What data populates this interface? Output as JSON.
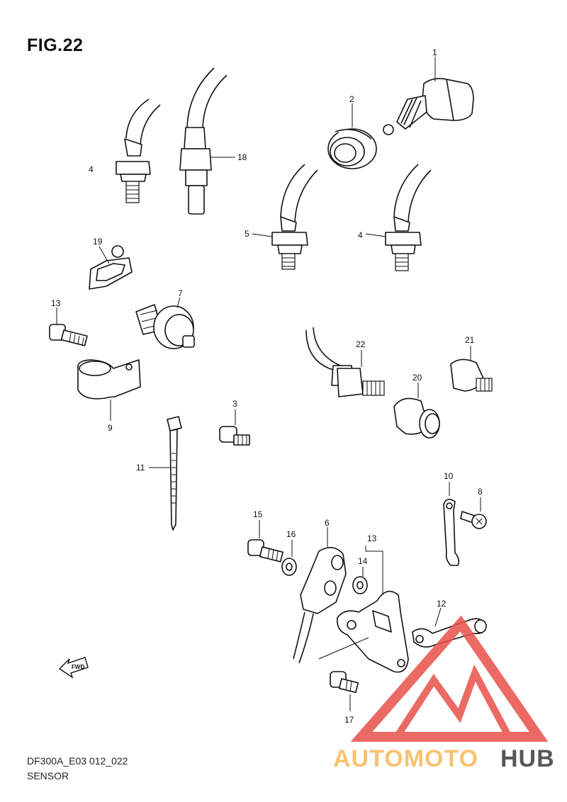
{
  "figure_title": "FIG.22",
  "footer": {
    "code": "DF300A_E03 012_022",
    "section": "SENSOR"
  },
  "callouts": [
    {
      "id": "c1",
      "number": "1"
    },
    {
      "id": "c2",
      "number": "2"
    },
    {
      "id": "c3",
      "number": "3"
    },
    {
      "id": "c4a",
      "number": "4"
    },
    {
      "id": "c4b",
      "number": "4"
    },
    {
      "id": "c5",
      "number": "5"
    },
    {
      "id": "c6",
      "number": "6"
    },
    {
      "id": "c7",
      "number": "7"
    },
    {
      "id": "c8",
      "number": "8"
    },
    {
      "id": "c9",
      "number": "9"
    },
    {
      "id": "c10",
      "number": "10"
    },
    {
      "id": "c11",
      "number": "11"
    },
    {
      "id": "c12",
      "number": "12"
    },
    {
      "id": "c13a",
      "number": "13"
    },
    {
      "id": "c13b",
      "number": "13"
    },
    {
      "id": "c14",
      "number": "14"
    },
    {
      "id": "c15",
      "number": "15"
    },
    {
      "id": "c16",
      "number": "16"
    },
    {
      "id": "c17",
      "number": "17"
    },
    {
      "id": "c18",
      "number": "18"
    },
    {
      "id": "c19",
      "number": "19"
    },
    {
      "id": "c20",
      "number": "20"
    },
    {
      "id": "c21",
      "number": "21"
    },
    {
      "id": "c22",
      "number": "22"
    }
  ],
  "fwd_label": "FWD",
  "watermark": {
    "text_part1": "AUTOMOTO",
    "text_part2": "HUB",
    "color_primary": "#e8524a",
    "color_secondary": "#f6b85a",
    "color_dark": "#3a3a3a"
  }
}
